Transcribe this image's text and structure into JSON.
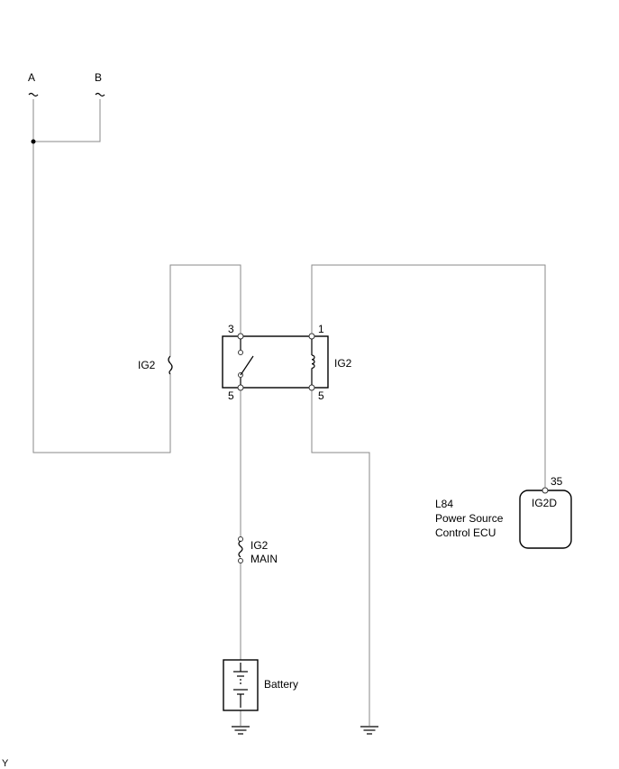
{
  "connectors": {
    "a": "A",
    "b": "B"
  },
  "relay": {
    "pin_3": "3",
    "pin_1": "1",
    "pin_5_left": "5",
    "pin_5_right": "5",
    "label": "IG2"
  },
  "fuse_ig2": {
    "label": "IG2"
  },
  "fuse_ig2_main": {
    "line1": "IG2",
    "line2": "MAIN"
  },
  "battery": {
    "label": "Battery"
  },
  "ecu": {
    "code": "L84",
    "name_line1": "Power Source",
    "name_line2": "Control ECU",
    "pin_number": "35",
    "terminal": "IG2D"
  },
  "footer": {
    "mark": "Y"
  }
}
